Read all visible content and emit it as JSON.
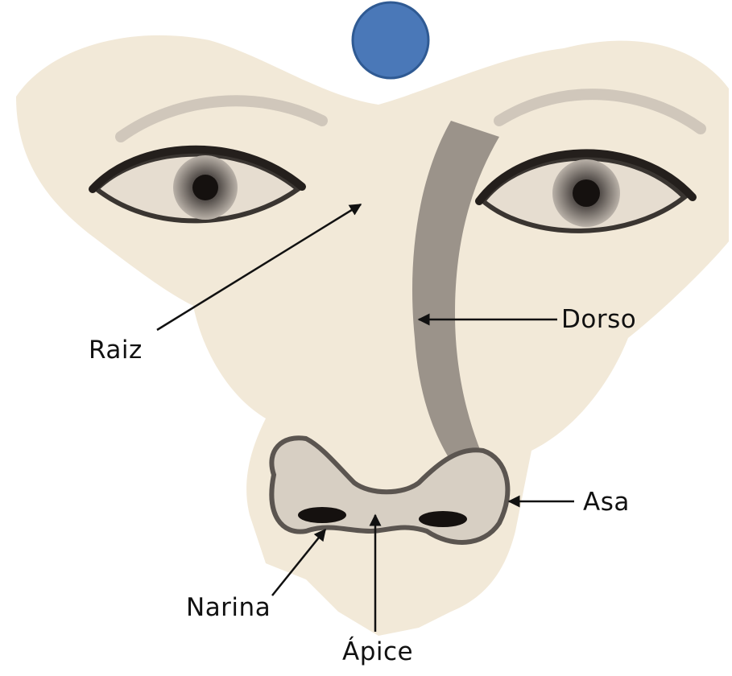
{
  "labels": {
    "raiz": "Raiz",
    "dorso": "Dorso",
    "asa": "Asa",
    "narina": "Narina",
    "apice": "Ápice"
  },
  "colors": {
    "marker_fill": "#4a78b8",
    "marker_stroke": "#2f5a93",
    "skin": "#f2e9d8",
    "shadow": "#5b5550",
    "arrow": "#111111"
  }
}
